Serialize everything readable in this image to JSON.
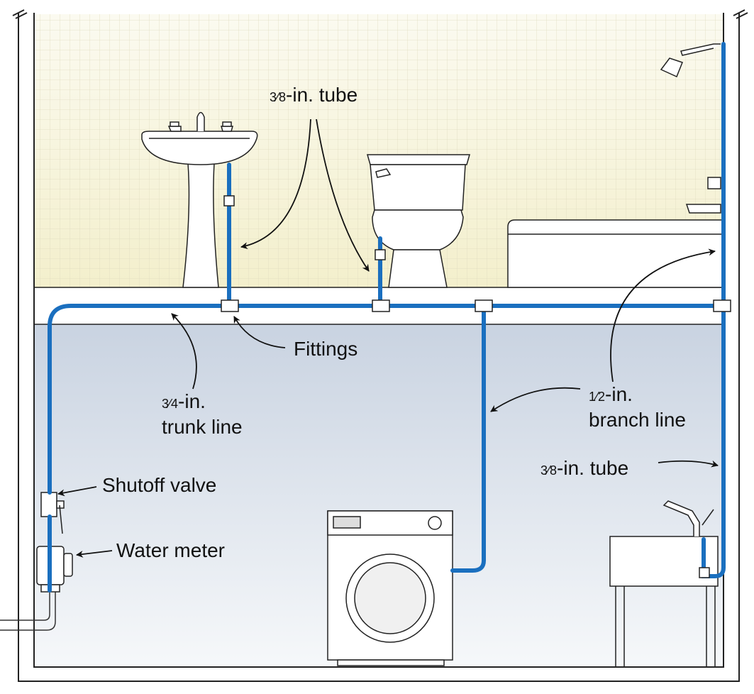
{
  "labels": {
    "tube_top_frac": "3⁄8",
    "tube_top_text": "-in. tube",
    "fittings": "Fittings",
    "trunk_frac": "3⁄4",
    "trunk_line1_text": "-in.",
    "trunk_line2": "trunk line",
    "branch_frac": "1⁄2",
    "branch_line1_text": "-in.",
    "branch_line2": "branch line",
    "tube_right_frac": "3⁄8",
    "tube_right_text": "-in. tube",
    "shutoff_valve": "Shutoff valve",
    "water_meter": "Water meter"
  },
  "colors": {
    "pipe": "#1a6fbf",
    "bathroom_wall": "#f6f3d6",
    "basement_top": "#cfd7e3",
    "basement_bottom": "#f4f6f9",
    "outline": "#222222",
    "fixture_fill": "#ffffff"
  }
}
